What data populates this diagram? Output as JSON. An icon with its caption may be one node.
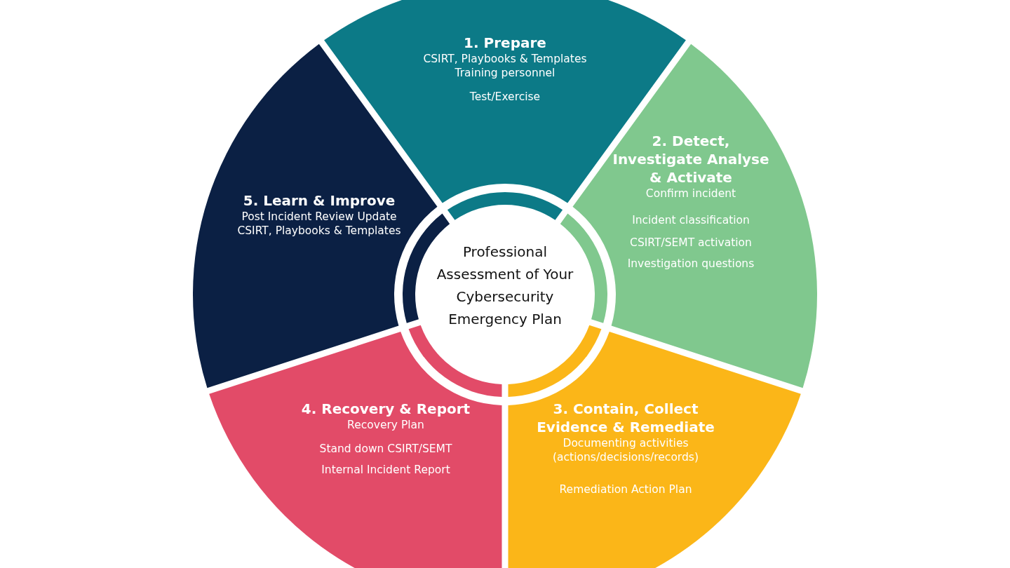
{
  "diagram": {
    "nodes": [
      {
        "text": [
          "1. Prepare",
          "CSIRT, Playbooks & Templates Training personnel",
          "Test/Exercise"
        ]
      },
      {
        "text": [
          "2. Detect, Investigate Analyse & Activate",
          "Confirm incident",
          "Incident classification",
          "CSIRT/SEMT activation",
          "Investigation questions"
        ]
      },
      {
        "text": [
          "3. Contain, Collect Evidence & Remediate",
          "Documenting activities (actions/decisions/records)",
          "Remediation Action Plan"
        ]
      },
      {
        "text": [
          "4. Recovery & Report",
          "Recovery Plan",
          "Stand down CSIRT/SEMT",
          "Internal Incident Report"
        ]
      },
      {
        "text": [
          "5. Learn & Improve",
          "Post Incident Review Update CSIRT, Playbooks & Templates"
        ]
      },
      {
        "text": [
          "Professional Assessment of Your Cybersecurity Emergency Plan"
        ]
      }
    ]
  }
}
